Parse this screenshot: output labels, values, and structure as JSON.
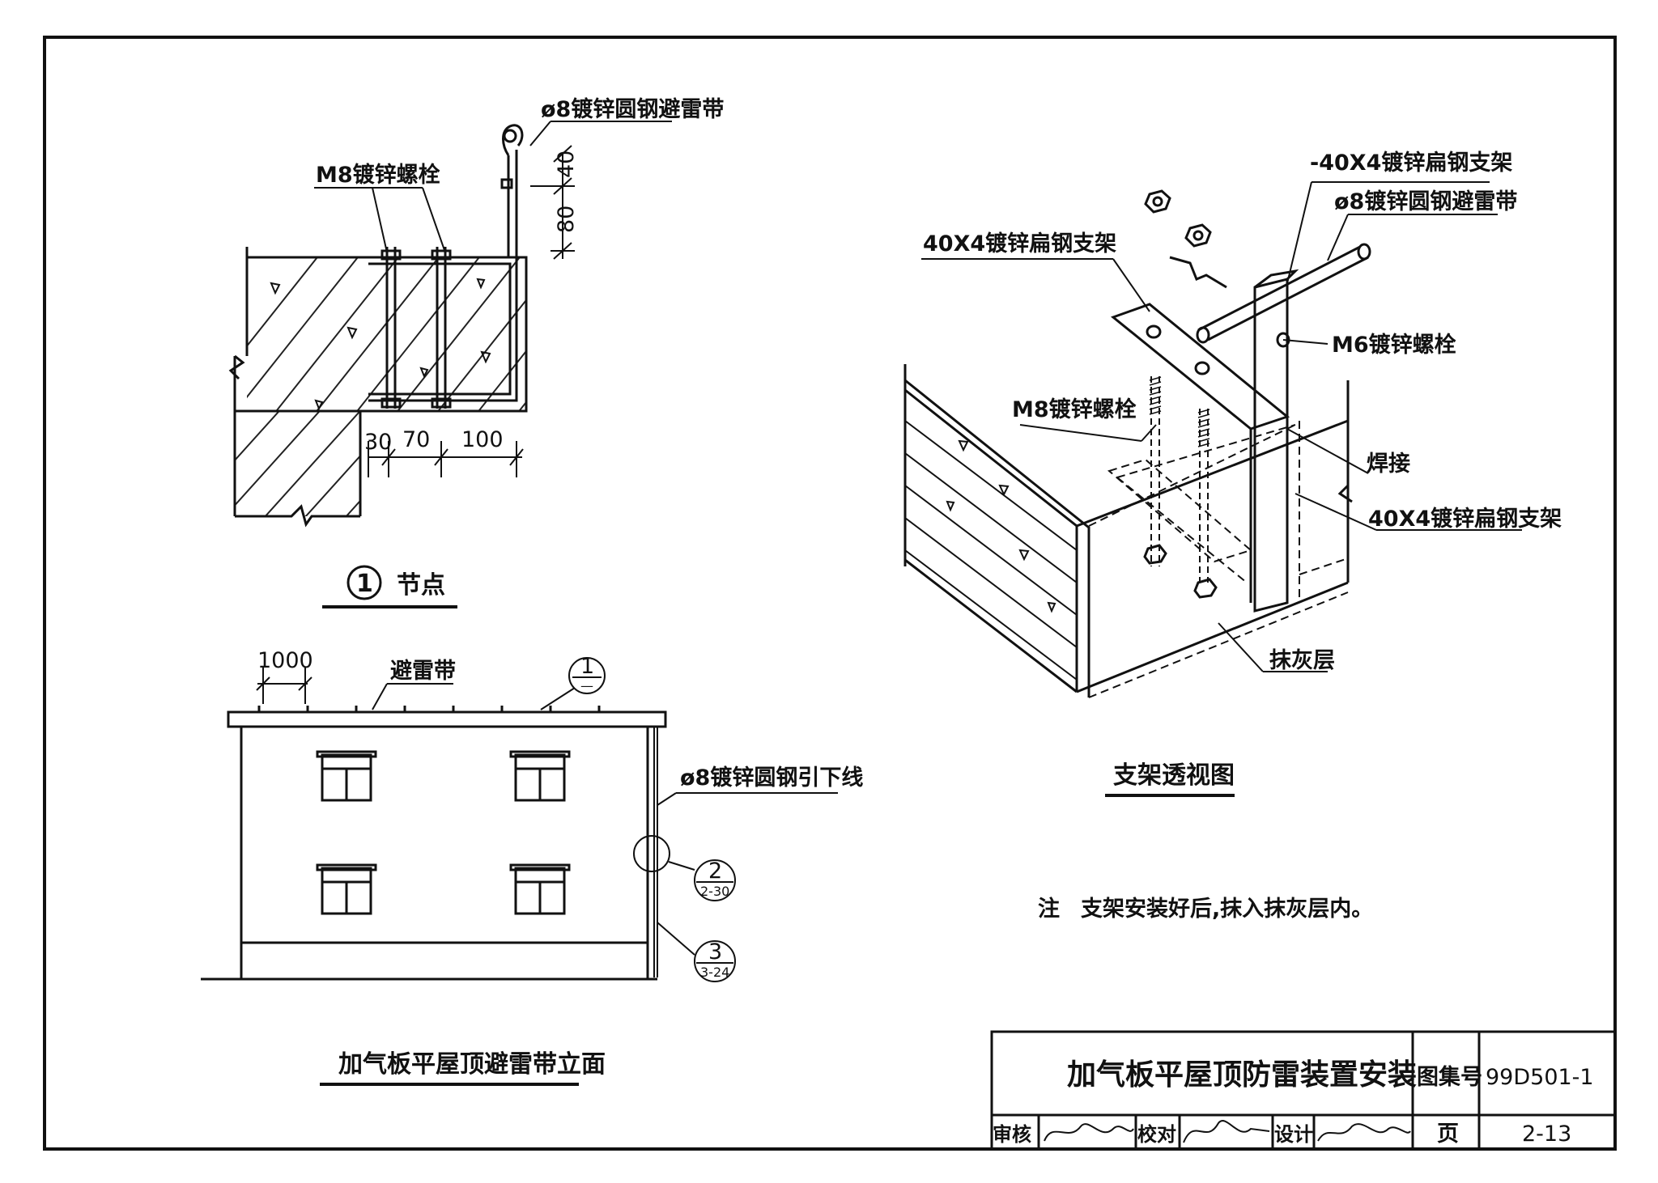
{
  "node_detail": {
    "label_rod": "ø8镀锌圆钢避雷带",
    "label_bolt": "M8镀锌螺栓",
    "dim_40": "40",
    "dim_80": "80",
    "dim_30": "30",
    "dim_70": "70",
    "dim_100": "100",
    "circle_num": "1",
    "title": "节点"
  },
  "elevation": {
    "dim_1000": "1000",
    "label_belt": "避雷带",
    "ref_top": "1",
    "ref_top_sub": "—",
    "label_down": "ø8镀锌圆钢引下线",
    "ref2_num": "2",
    "ref2_page": "2-30",
    "ref3_num": "3",
    "ref3_page": "3-24",
    "title": "加气板平屋顶避雷带立面"
  },
  "perspective": {
    "label_flat_bracket_top": "-40X4镀锌扁钢支架",
    "label_rod": "ø8镀锌圆钢避雷带",
    "label_bracket_left": "40X4镀锌扁钢支架",
    "label_m6": "M6镀锌螺栓",
    "label_m8": "M8镀锌螺栓",
    "label_weld": "焊接",
    "label_bracket_right": "40X4镀锌扁钢支架",
    "label_plaster": "抹灰层",
    "title": "支架透视图"
  },
  "note": {
    "prefix": "注",
    "text": "支架安装好后,抹入抹灰层内。"
  },
  "title_block": {
    "drawing_title": "加气板平屋顶防雷装置安装",
    "atlas_label": "图集号",
    "atlas_number": "99D501-1",
    "review_label": "审核",
    "proof_label": "校对",
    "design_label": "设计",
    "page_label": "页",
    "page_number": "2-13"
  }
}
